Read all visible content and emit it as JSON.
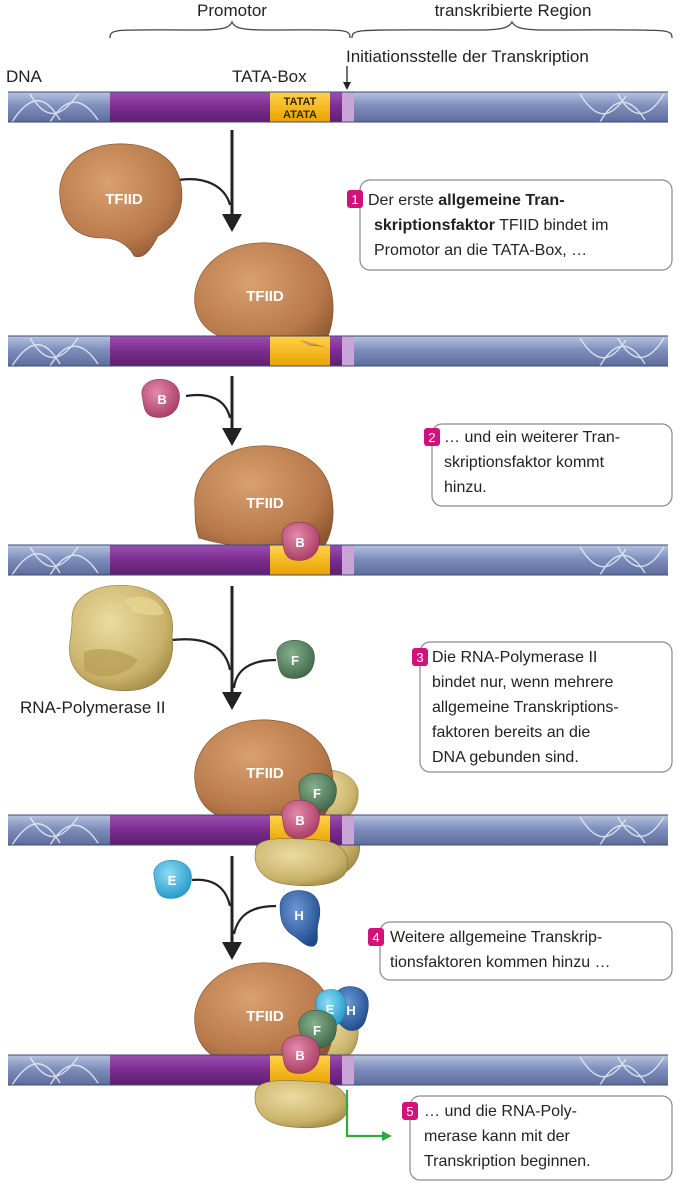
{
  "labels": {
    "promotor": "Promotor",
    "transcribed_region": "transkribierte Region",
    "initiation_site": "Initiationsstelle der Transkription",
    "dna": "DNA",
    "tata_box": "TATA-Box",
    "tata_top": "TATAT",
    "tata_bottom": "ATATA",
    "rna_polymerase": "RNA-Polymerase II"
  },
  "proteins": {
    "tfiid": "TFIID",
    "b": "B",
    "f": "F",
    "e": "E",
    "h": "H"
  },
  "steps": [
    {
      "number": "1",
      "lines": [
        [
          {
            "t": "Der erste ",
            "b": false
          },
          {
            "t": "allgemeine Tran-",
            "b": true
          }
        ],
        [
          {
            "t": "skriptionsfaktor",
            "b": true
          },
          {
            "t": " TFIID bindet im",
            "b": false
          }
        ],
        [
          {
            "t": "Promotor an die TATA-Box, …",
            "b": false
          }
        ]
      ]
    },
    {
      "number": "2",
      "lines": [
        [
          {
            "t": "… und ein weiterer Tran-",
            "b": false
          }
        ],
        [
          {
            "t": "skriptionsfaktor kommt",
            "b": false
          }
        ],
        [
          {
            "t": "hinzu.",
            "b": false
          }
        ]
      ]
    },
    {
      "number": "3",
      "lines": [
        [
          {
            "t": "Die RNA-Polymerase II",
            "b": false
          }
        ],
        [
          {
            "t": "bindet nur, wenn mehrere",
            "b": false
          }
        ],
        [
          {
            "t": "allgemeine Transkriptions-",
            "b": false
          }
        ],
        [
          {
            "t": "faktoren bereits an die",
            "b": false
          }
        ],
        [
          {
            "t": "DNA gebunden sind.",
            "b": false
          }
        ]
      ]
    },
    {
      "number": "4",
      "lines": [
        [
          {
            "t": "Weitere allgemeine Transkrip-",
            "b": false
          }
        ],
        [
          {
            "t": "tionsfaktoren kommen hinzu …",
            "b": false
          }
        ]
      ]
    },
    {
      "number": "5",
      "lines": [
        [
          {
            "t": "… und die RNA-Poly-",
            "b": false
          }
        ],
        [
          {
            "t": "merase kann mit der",
            "b": false
          }
        ],
        [
          {
            "t": "Transkription beginnen.",
            "b": false
          }
        ]
      ]
    }
  ],
  "colors": {
    "promoter": "#7b2d8e",
    "tata_box": "#f5b400",
    "dna_region": "#7f8fbd",
    "tfiid": "#b8794a",
    "polymerase": "#c9b26a",
    "factor_b": "#c24f78",
    "factor_f": "#4f7f5a",
    "factor_e": "#3cb7e6",
    "factor_h": "#2a5fa8",
    "step_number": "#d0137a",
    "start_arrow": "#2eaa3e"
  }
}
